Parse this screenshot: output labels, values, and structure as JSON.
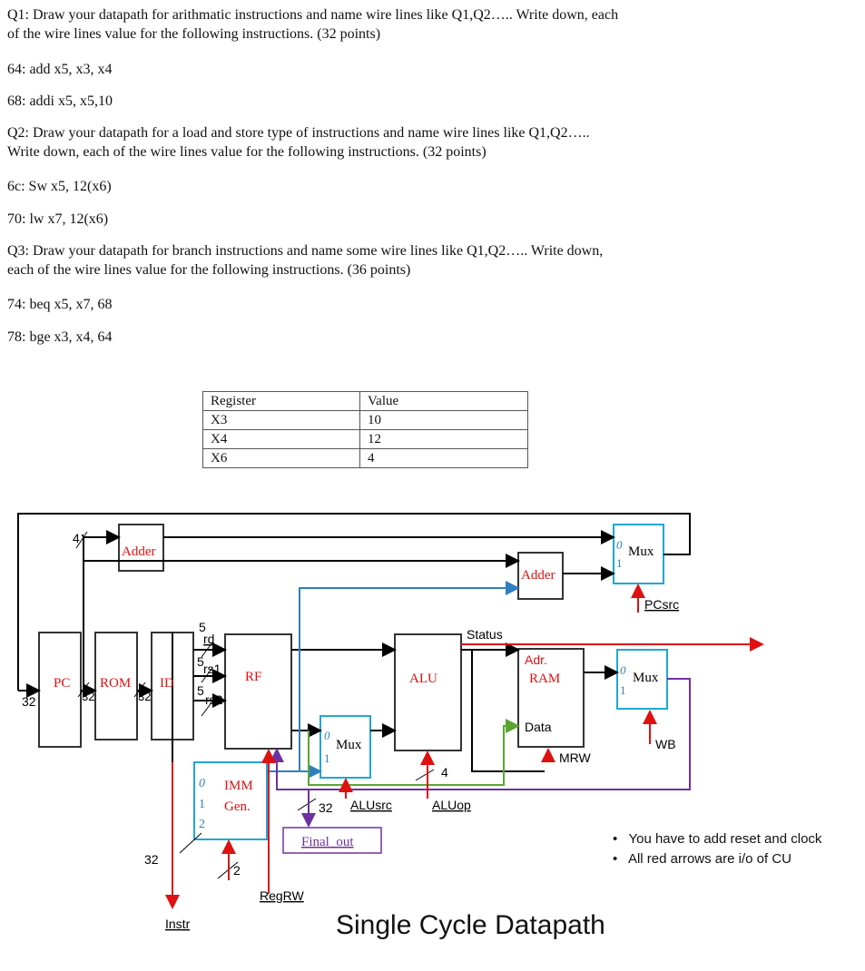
{
  "questions": [
    {
      "line1": "Q1: Draw your datapath for arithmatic instructions and name wire lines like Q1,Q2….. Write down, each",
      "line2": "of the wire lines value for the following instructions. (32 points)"
    },
    {
      "line1": "Q2: Draw your datapath for a load and store type of instructions and name wire lines like Q1,Q2…..",
      "line2": "Write down, each of the wire lines value for the following instructions. (32 points)"
    },
    {
      "line1": "Q3: Draw your datapath for branch instructions and name some wire lines like Q1,Q2….. Write down,",
      "line2": "each of the wire lines value for the following instructions. (36 points)"
    }
  ],
  "instructions": [
    "64: add x5, x3, x4",
    "68: addi x5, x5,10",
    "6c: Sw x5, 12(x6)",
    "70: lw x7, 12(x6)",
    "74: beq x5, x7, 68",
    "78: bge x3, x4, 64"
  ],
  "register_table": {
    "headers": [
      "Register",
      "Value"
    ],
    "rows": [
      [
        "X3",
        "10"
      ],
      [
        "X4",
        "12"
      ],
      [
        "X6",
        "4"
      ]
    ]
  },
  "datapath": {
    "blocks": {
      "pc": "PC",
      "rom": "ROM",
      "id": "ID",
      "rf": "RF",
      "alu": "ALU",
      "ram": "RAM",
      "adr": "Adr.",
      "data": "Data",
      "imm1": "IMM",
      "imm2": "Gen.",
      "adder1": "Adder",
      "adder2": "Adder",
      "mux": "Mux",
      "final_out": "Final_out"
    },
    "labels": {
      "pcsrc": "PCsrc",
      "status": "Status",
      "wb": "WB",
      "mrw": "MRW",
      "alusrc": "ALUsrc",
      "aluop": "ALUop",
      "regrw": "RegRW",
      "instr": "Instr",
      "rd": "rd",
      "rs1": "rs1",
      "rs2": "rs2",
      "four": "4",
      "five": "5",
      "thirtytwo": "32",
      "two": "2",
      "zero": "0",
      "one": "1"
    },
    "colors": {
      "black": "#000000",
      "red": "#e01010",
      "blue": "#2f7fc0",
      "green": "#5aa532",
      "purple": "#7030a0",
      "cyan": "#1fa7d8"
    }
  },
  "notes": [
    "You have to add reset and clock",
    "All red arrows are i/o of CU"
  ],
  "title": "Single Cycle Datapath"
}
